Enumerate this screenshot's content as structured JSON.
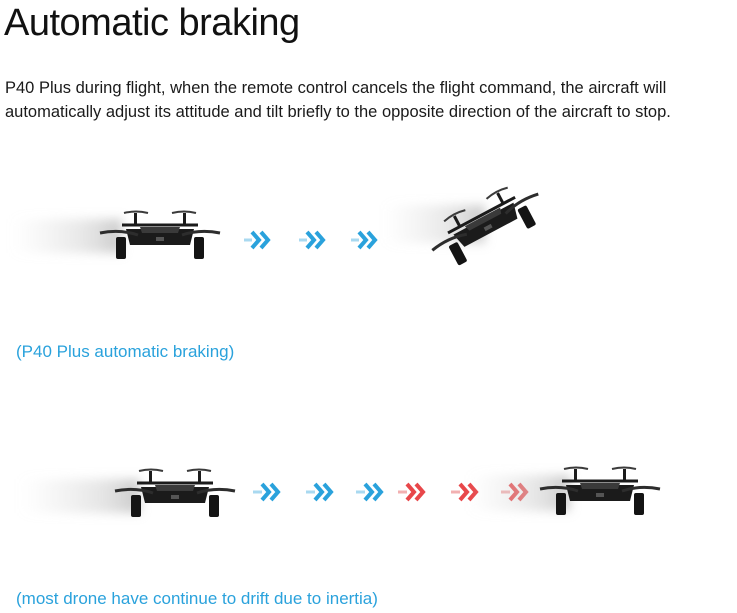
{
  "page": {
    "title": "Automatic braking",
    "description": "P40 Plus during flight, when the remote control cancels the flight command, the aircraft will automatically adjust its attitude and tilt briefly to the opposite direction of the aircraft to stop."
  },
  "scenes": [
    {
      "caption": "(P40 Plus  automatic braking)",
      "arrow_groups": [
        {
          "direction": "forward",
          "color": "#2aa2dc"
        },
        {
          "direction": "forward",
          "color": "#2aa2dc"
        },
        {
          "direction": "forward",
          "color": "#2aa2dc"
        }
      ]
    },
    {
      "caption": "(most drone have continue to drift due to inertia)",
      "arrow_groups": [
        {
          "direction": "forward",
          "color": "#2aa2dc"
        },
        {
          "direction": "forward",
          "color": "#2aa2dc"
        },
        {
          "direction": "forward",
          "color": "#2aa2dc"
        },
        {
          "direction": "forward",
          "color": "#e8474a"
        },
        {
          "direction": "forward",
          "color": "#e8474a"
        },
        {
          "direction": "forward",
          "color": "#e8474a"
        }
      ]
    }
  ],
  "colors": {
    "accent_blue": "#2aa2dc",
    "accent_red": "#e8474a",
    "drone_body": "#1b1b1b"
  },
  "icons": [
    "drone-icon",
    "motion-blur-trail",
    "double-chevron-right-icon"
  ]
}
